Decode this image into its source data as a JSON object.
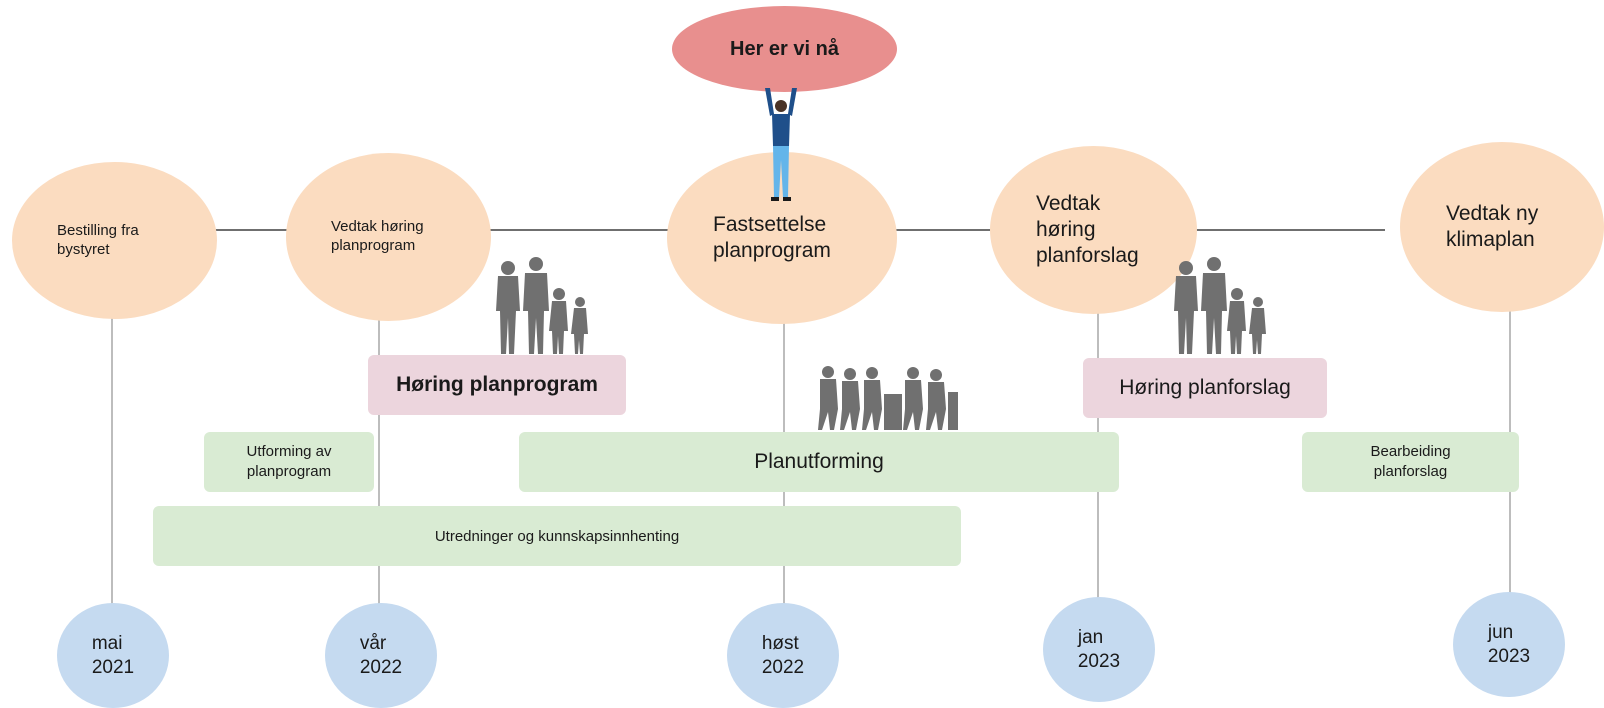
{
  "here_label": "Her er vi nå",
  "milestones": [
    {
      "id": "bestilling",
      "label": "Bestilling fra bystyret"
    },
    {
      "id": "vedtak-horing-planprogram",
      "label": "Vedtak høring planprogram"
    },
    {
      "id": "fastsettelse",
      "label": "Fastsettelse planprogram"
    },
    {
      "id": "vedtak-horing-planforslag",
      "label": "Vedtak høring planforslag"
    },
    {
      "id": "vedtak-klimaplan",
      "label": "Vedtak ny klimaplan"
    }
  ],
  "activities": {
    "horing_planprogram": "Høring planprogram",
    "horing_planforslag": "Høring planforslag",
    "utforming_planprogram": "Utforming av planprogram",
    "planutforming": "Planutforming",
    "bearbeiding_planforslag": "Bearbeiding planforslag",
    "utredninger": "Utredninger og kunnskapsinnhenting"
  },
  "dates": [
    "mai\n2021",
    "vår\n2022",
    "høst\n2022",
    "jan\n2023",
    "jun\n2023"
  ],
  "colors": {
    "milestone": "#fbdcc0",
    "date": "#c5daf0",
    "activity_green": "#d9ebd3",
    "activity_pink": "#ecd5dd",
    "here": "#e88f8e",
    "silhouette": "#707070"
  }
}
